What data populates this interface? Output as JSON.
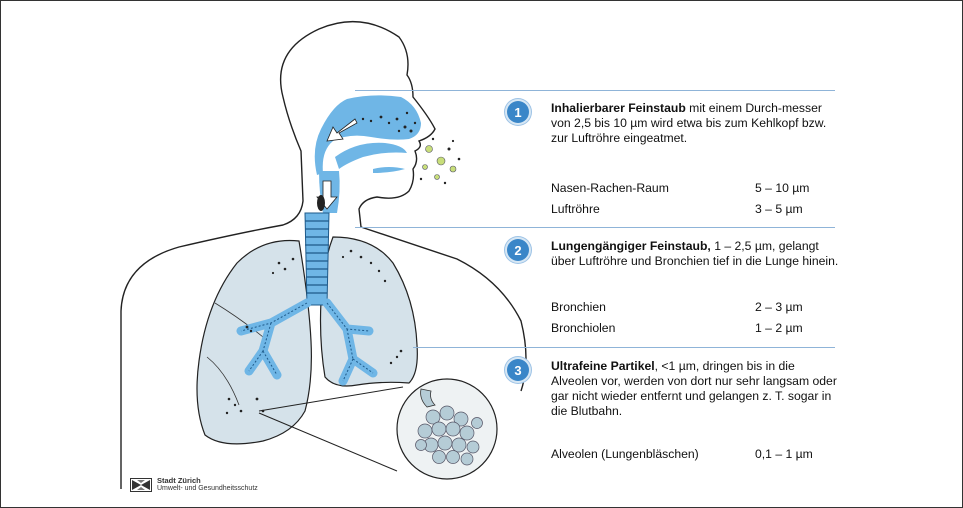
{
  "sections": [
    {
      "number": "1",
      "title": "Inhalierbarer Feinstaub",
      "text": "mit einem Durch-messer von 2,5 bis 10 µm wird etwa bis zum Kehlkopf bzw. zur Luftröhre eingeatmet.",
      "rows": [
        {
          "label": "Nasen-Rachen-Raum",
          "value": "5 – 10 µm"
        },
        {
          "label": "Luftröhre",
          "value": "3 – 5 µm"
        }
      ]
    },
    {
      "number": "2",
      "title": "Lungengängiger Feinstaub,",
      "text": "1 – 2,5 µm, gelangt über Luftröhre und Bronchien tief in die Lunge hinein.",
      "rows": [
        {
          "label": "Bronchien",
          "value": "2 – 3 µm"
        },
        {
          "label": "Bronchiolen",
          "value": "1 – 2 µm"
        }
      ]
    },
    {
      "number": "3",
      "title": "Ultrafeine Partikel",
      "text": ", <1 µm, dringen bis in die Alveolen vor, werden von dort nur sehr langsam oder gar nicht wieder entfernt und gelangen z. T. sogar in die Blutbahn.",
      "rows": [
        {
          "label": "Alveolen (Lungenbläschen)",
          "value": "0,1 – 1 µm"
        }
      ]
    }
  ],
  "logo": {
    "line1": "Stadt Zürich",
    "line2": "Umwelt- und Gesundheitsschutz"
  },
  "colors": {
    "airway_blue": "#6fb6e6",
    "lung_fill": "#d5e2ea",
    "alveoli_fill": "#b5ccd6",
    "accent": "#3a86c8",
    "rule": "#8fb4d8",
    "particle_green": "#c8de7a"
  }
}
